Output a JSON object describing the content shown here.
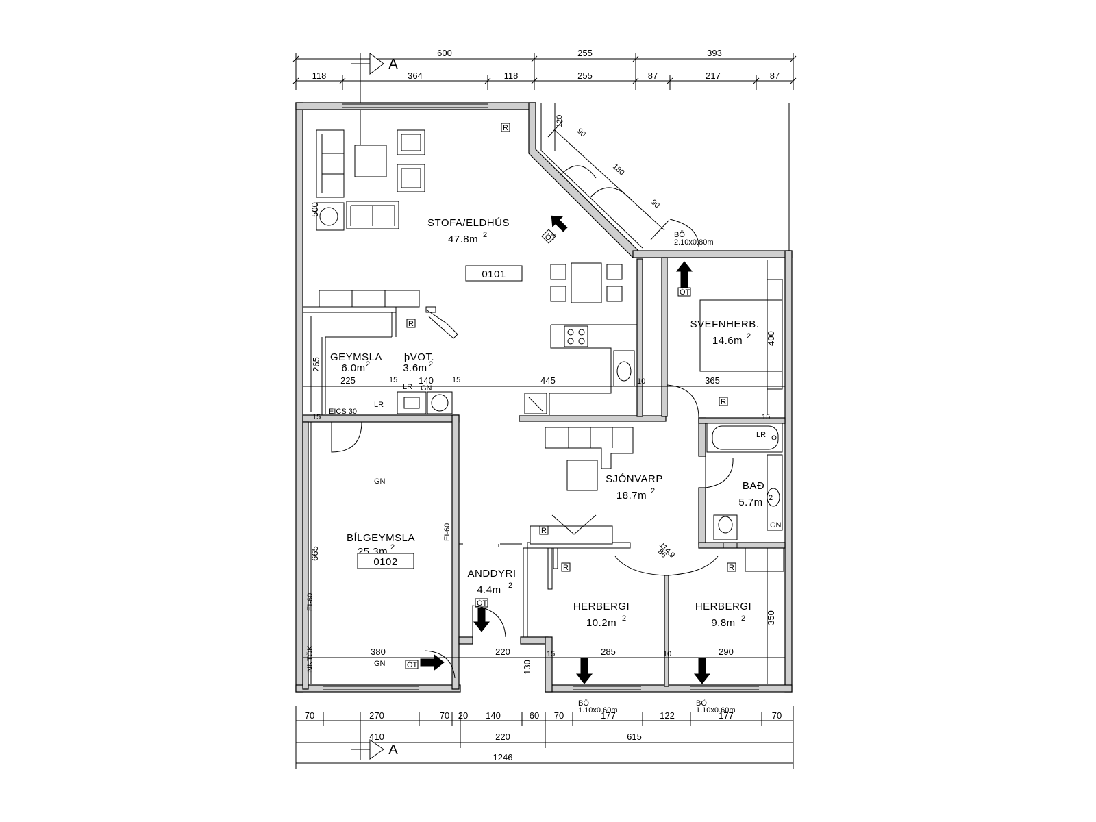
{
  "dims_top_row1": [
    "600",
    "255",
    "393"
  ],
  "dims_top_row2": [
    "118",
    "364",
    "118",
    "255",
    "87",
    "217",
    "87"
  ],
  "dims_bottom_row1": [
    "70",
    "270",
    "70",
    "20",
    "140",
    "60",
    "70",
    "177",
    "122",
    "177",
    "70"
  ],
  "dims_bottom_row2": [
    "410",
    "220",
    "615"
  ],
  "dims_bottom_total": "1246",
  "section_marker": "A",
  "rooms": {
    "stofa": {
      "name": "STOFA/ELDHÚS",
      "area": "47.8m",
      "unit_sup": "2"
    },
    "geymsla": {
      "name": "GEYMSLA",
      "area": "6.0m",
      "unit_sup": "2"
    },
    "pvot": {
      "name": "þVOT.",
      "area": "3.6m",
      "unit_sup": "2"
    },
    "svefnherb": {
      "name": "SVEFNHERB.",
      "area": "14.6m",
      "unit_sup": "2"
    },
    "sjonvarp": {
      "name": "SJÓNVARP",
      "area": "18.7m",
      "unit_sup": "2"
    },
    "bad": {
      "name": "BAÐ",
      "area": "5.7m",
      "unit_sup": "2"
    },
    "bilgeymsla": {
      "name": "BÍLGEYMSLA",
      "area": "25.3m",
      "unit_sup": "2"
    },
    "anddyri": {
      "name": "ANDDYRI",
      "area": "4.4m",
      "unit_sup": "2"
    },
    "herbergi1": {
      "name": "HERBERGI",
      "area": "10.2m",
      "unit_sup": "2"
    },
    "herbergi2": {
      "name": "HERBERGI",
      "area": "9.8m",
      "unit_sup": "2"
    }
  },
  "unit_ids": [
    "0101",
    "0102"
  ],
  "inner_dims": {
    "d225": "225",
    "d140": "140",
    "d445": "445",
    "d365": "365",
    "d380": "380",
    "d220": "220",
    "d285": "285",
    "d290": "290",
    "d265": "265",
    "d665": "665",
    "d400": "400",
    "d350": "350",
    "d500": "500",
    "d130": "130",
    "d120": "120",
    "d90a": "90",
    "d180": "180",
    "d90b": "90",
    "d10a": "10",
    "d10b": "10",
    "d15a": "15",
    "d15b": "15",
    "d15c": "15",
    "d15d": "15",
    "d15e": "15"
  },
  "labels": {
    "eics": "EICS 30",
    "ei60_left": "EI-60",
    "ei60_mid": "EI-60",
    "inntok": "INNTÖK",
    "lr": "LR",
    "gn": "GN",
    "r": "R",
    "ot": "ÓT",
    "bo": "BÖ",
    "bo_size1": "2.10x0.80m",
    "bo_size2": "1.10x0.60m",
    "bo_size3": "1.10x0.60m",
    "d1149": "114.9",
    "d86": "86"
  }
}
